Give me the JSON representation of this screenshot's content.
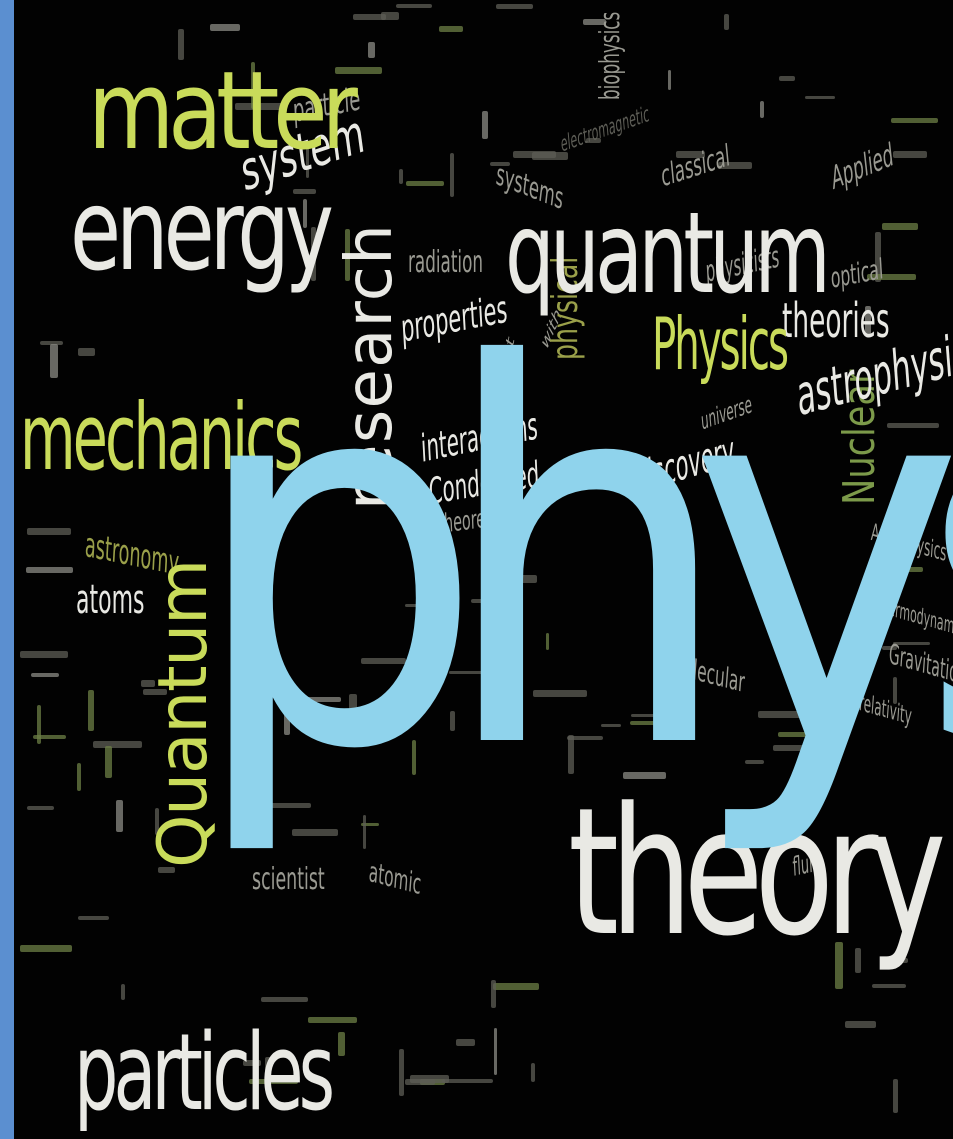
{
  "image": {
    "background_color": "#020202",
    "side_bar_color": "#5b8fd0"
  },
  "words": {
    "physics": "physics",
    "matter": "matter",
    "energy": "energy",
    "mechanics": "mechanics",
    "particles": "particles",
    "theory": "theory",
    "quantum": "quantum",
    "research": "research",
    "quantum_vertical": "Quantum",
    "physics_small": "Physics",
    "system": "system",
    "astrophysics": "astrophysics",
    "theories": "theories",
    "properties": "properties",
    "interactions": "interactions",
    "condensed": "Condensed",
    "discovery": "discovery",
    "atoms": "atoms",
    "astronomy": "astronomy",
    "scientist": "scientist",
    "nuclear": "Nuclear",
    "molecular": "molecular",
    "classical": "classical",
    "applied": "Applied",
    "optical": "optical",
    "particle": "particle",
    "physical": "physical",
    "radiation": "radiation",
    "systems": "systems",
    "gravitational": "Gravitational",
    "relativity": "relativity",
    "thermodynamics": "thermodynamics",
    "astrophysics_small": "Astrophysics",
    "theoretical": "theoretical",
    "atomic": "atomic",
    "physicists": "physicists",
    "universe": "universe",
    "electromagnetic": "electromagnetic",
    "fluid": "fluid",
    "light": "light",
    "with": "with",
    "biophysics": "biophysics"
  }
}
